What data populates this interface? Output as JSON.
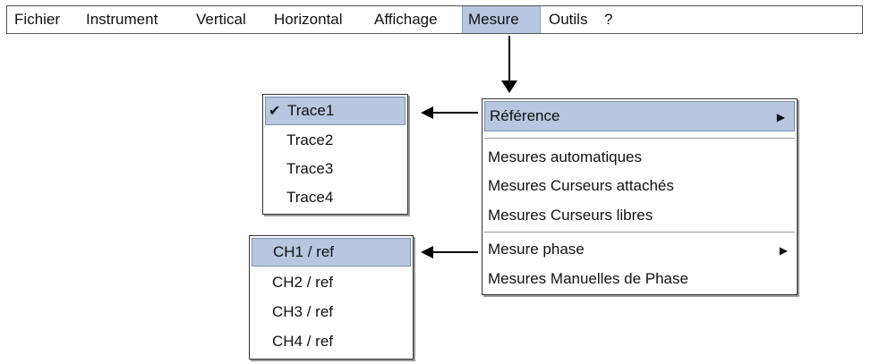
{
  "menubar": {
    "items": [
      {
        "label": "Fichier"
      },
      {
        "label": "Instrument"
      },
      {
        "label": "Vertical"
      },
      {
        "label": "Horizontal"
      },
      {
        "label": "Affichage"
      },
      {
        "label": "Mesure",
        "active": true
      },
      {
        "label": "Outils"
      },
      {
        "label": "?"
      }
    ]
  },
  "mesure_menu": {
    "reference": "Référence",
    "mesures_automatiques": "Mesures automatiques",
    "mesures_curseurs_attaches": "Mesures Curseurs attachés",
    "mesures_curseurs_libres": "Mesures Curseurs libres",
    "mesure_phase": "Mesure phase",
    "mesures_manuelles_phase": "Mesures Manuelles de Phase"
  },
  "trace_menu": {
    "checked": "Trace1",
    "items": [
      "Trace1",
      "Trace2",
      "Trace3",
      "Trace4"
    ]
  },
  "channel_menu": {
    "items": [
      "CH1 / ref",
      "CH2 / ref",
      "CH3 / ref",
      "CH4 / ref"
    ]
  },
  "glyphs": {
    "check": "✔",
    "submenu": "▶"
  },
  "colors": {
    "highlight": "#b6c7df",
    "highlight_border": "#7a8fb4"
  }
}
